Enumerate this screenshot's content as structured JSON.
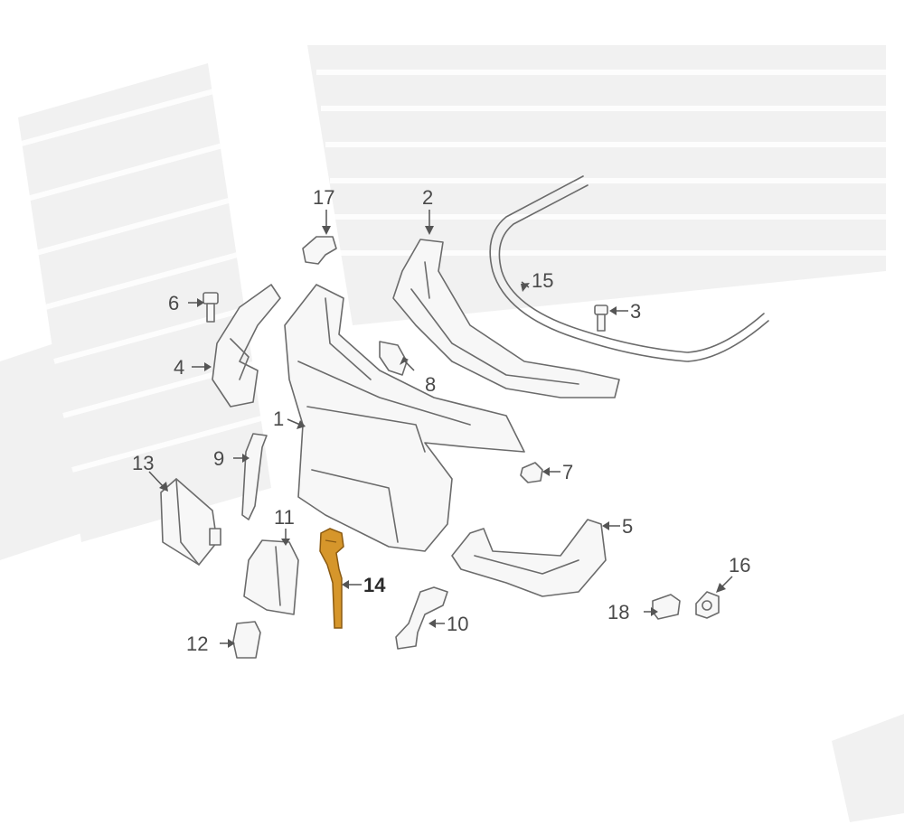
{
  "diagram": {
    "highlight_color": "#d6962b",
    "labels": {
      "p1": "1",
      "p2": "2",
      "p3": "3",
      "p4": "4",
      "p5": "5",
      "p6": "6",
      "p7": "7",
      "p8": "8",
      "p9": "9",
      "p10": "10",
      "p11": "11",
      "p12": "12",
      "p13": "13",
      "p14": "14",
      "p15": "15",
      "p16": "16",
      "p17": "17",
      "p18": "18"
    },
    "highlighted_part": "14"
  }
}
